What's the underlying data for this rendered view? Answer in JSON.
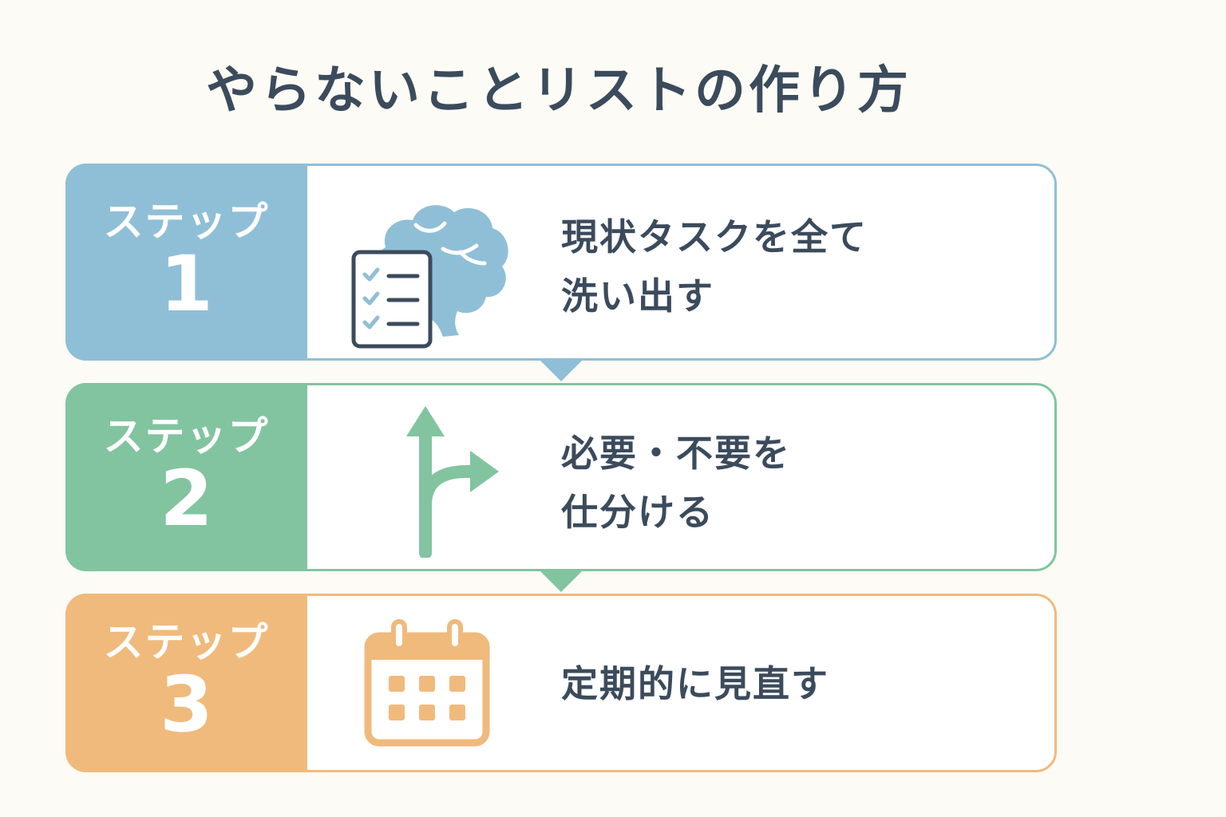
{
  "title": "やらないことリストの作り方",
  "colors": {
    "step1": "#8fbfd6",
    "step2": "#82c4a0",
    "step3": "#f0ba7c",
    "text": "#3b4b5c",
    "background": "#fcfbf5"
  },
  "steps": [
    {
      "label": "ステップ",
      "number": "1",
      "line1": "現状タスクを全て",
      "line2": "洗い出す",
      "icon": "brain-checklist-icon"
    },
    {
      "label": "ステップ",
      "number": "2",
      "line1": "必要・不要を",
      "line2": "仕分ける",
      "icon": "branching-arrow-icon"
    },
    {
      "label": "ステップ",
      "number": "3",
      "line1": "定期的に見直す",
      "icon": "calendar-icon"
    }
  ]
}
